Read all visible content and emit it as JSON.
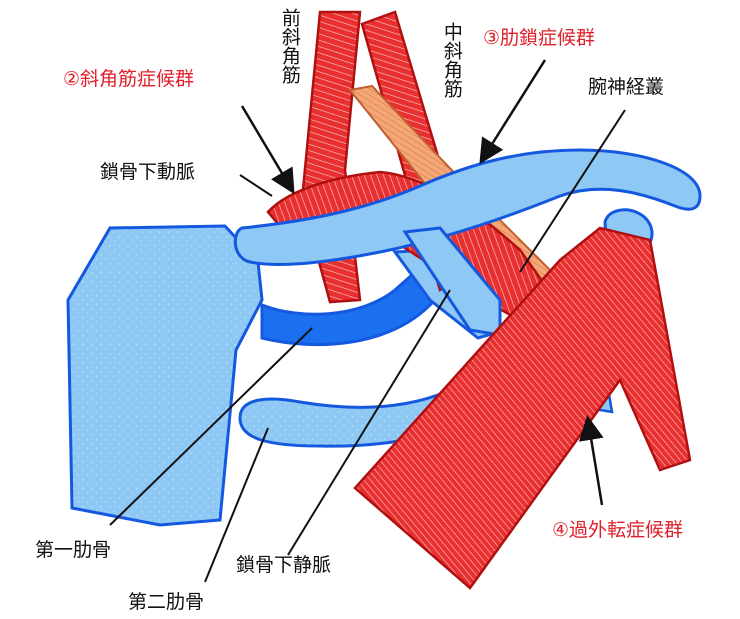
{
  "labels": {
    "anterior_scalene": "前斜角筋",
    "middle_scalene": "中斜角筋",
    "scalenus_syndrome": "②斜角筋症候群",
    "costoclavicular_syndrome": "③肋鎖症候群",
    "brachial_plexus": "腕神経叢",
    "subclavian_artery": "鎖骨下動脈",
    "first_rib": "第一肋骨",
    "subclavian_vein": "鎖骨下静脈",
    "second_rib": "第二肋骨",
    "hyperabduction_syndrome": "④過外転症候群"
  },
  "colors": {
    "bone": "#8ec8f4",
    "bone_outline": "#1458e0",
    "vessel_dark": "#1a70f0",
    "muscle": "#e83030",
    "muscle_outline": "#b01010",
    "plexus": "#f0a070",
    "syndrome_text": "#e0202a",
    "label_text": "#111111"
  }
}
